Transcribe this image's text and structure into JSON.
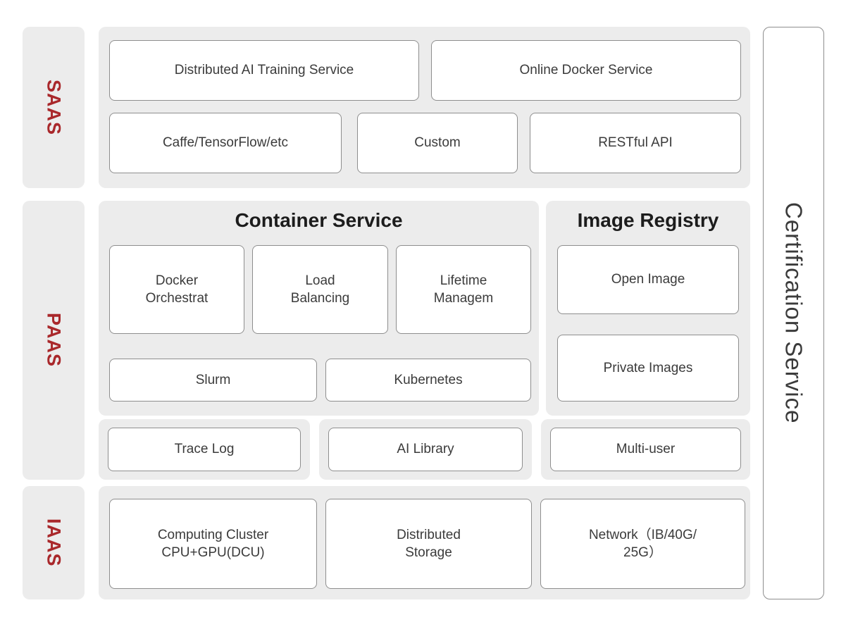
{
  "diagram": {
    "colors": {
      "layer_label": "#A9282B",
      "panel_bg": "#ECECEC",
      "box_border": "#8E8E8E",
      "box_text": "#3B3B3B",
      "title_text": "#1C1C1C"
    },
    "layers": {
      "saas": {
        "label": "SAAS",
        "row1_boxes": [
          "Distributed AI Training Service",
          "Online Docker Service"
        ],
        "row2_boxes": [
          "Caffe/TensorFlow/etc",
          "Custom",
          "RESTful API"
        ]
      },
      "paas": {
        "label": "PAAS",
        "container_service": {
          "title": "Container Service",
          "feature_boxes": [
            [
              "Docker",
              "Orchestrat"
            ],
            [
              "Load",
              "Balancing"
            ],
            [
              "Lifetime",
              "Managem"
            ]
          ],
          "scheduler_boxes": [
            "Slurm",
            "Kubernetes"
          ]
        },
        "image_registry": {
          "title": "Image Registry",
          "boxes": [
            "Open Image",
            "Private Images"
          ]
        },
        "bottom_boxes": [
          "Trace Log",
          "AI Library",
          "Multi-user"
        ]
      },
      "iaas": {
        "label": "IAAS",
        "boxes": [
          [
            "Computing Cluster",
            "CPU+GPU(DCU)"
          ],
          [
            "Distributed",
            "Storage"
          ],
          [
            "Network（IB/40G/",
            "25G）"
          ]
        ]
      }
    },
    "certification": {
      "label": "Certification Service"
    }
  }
}
